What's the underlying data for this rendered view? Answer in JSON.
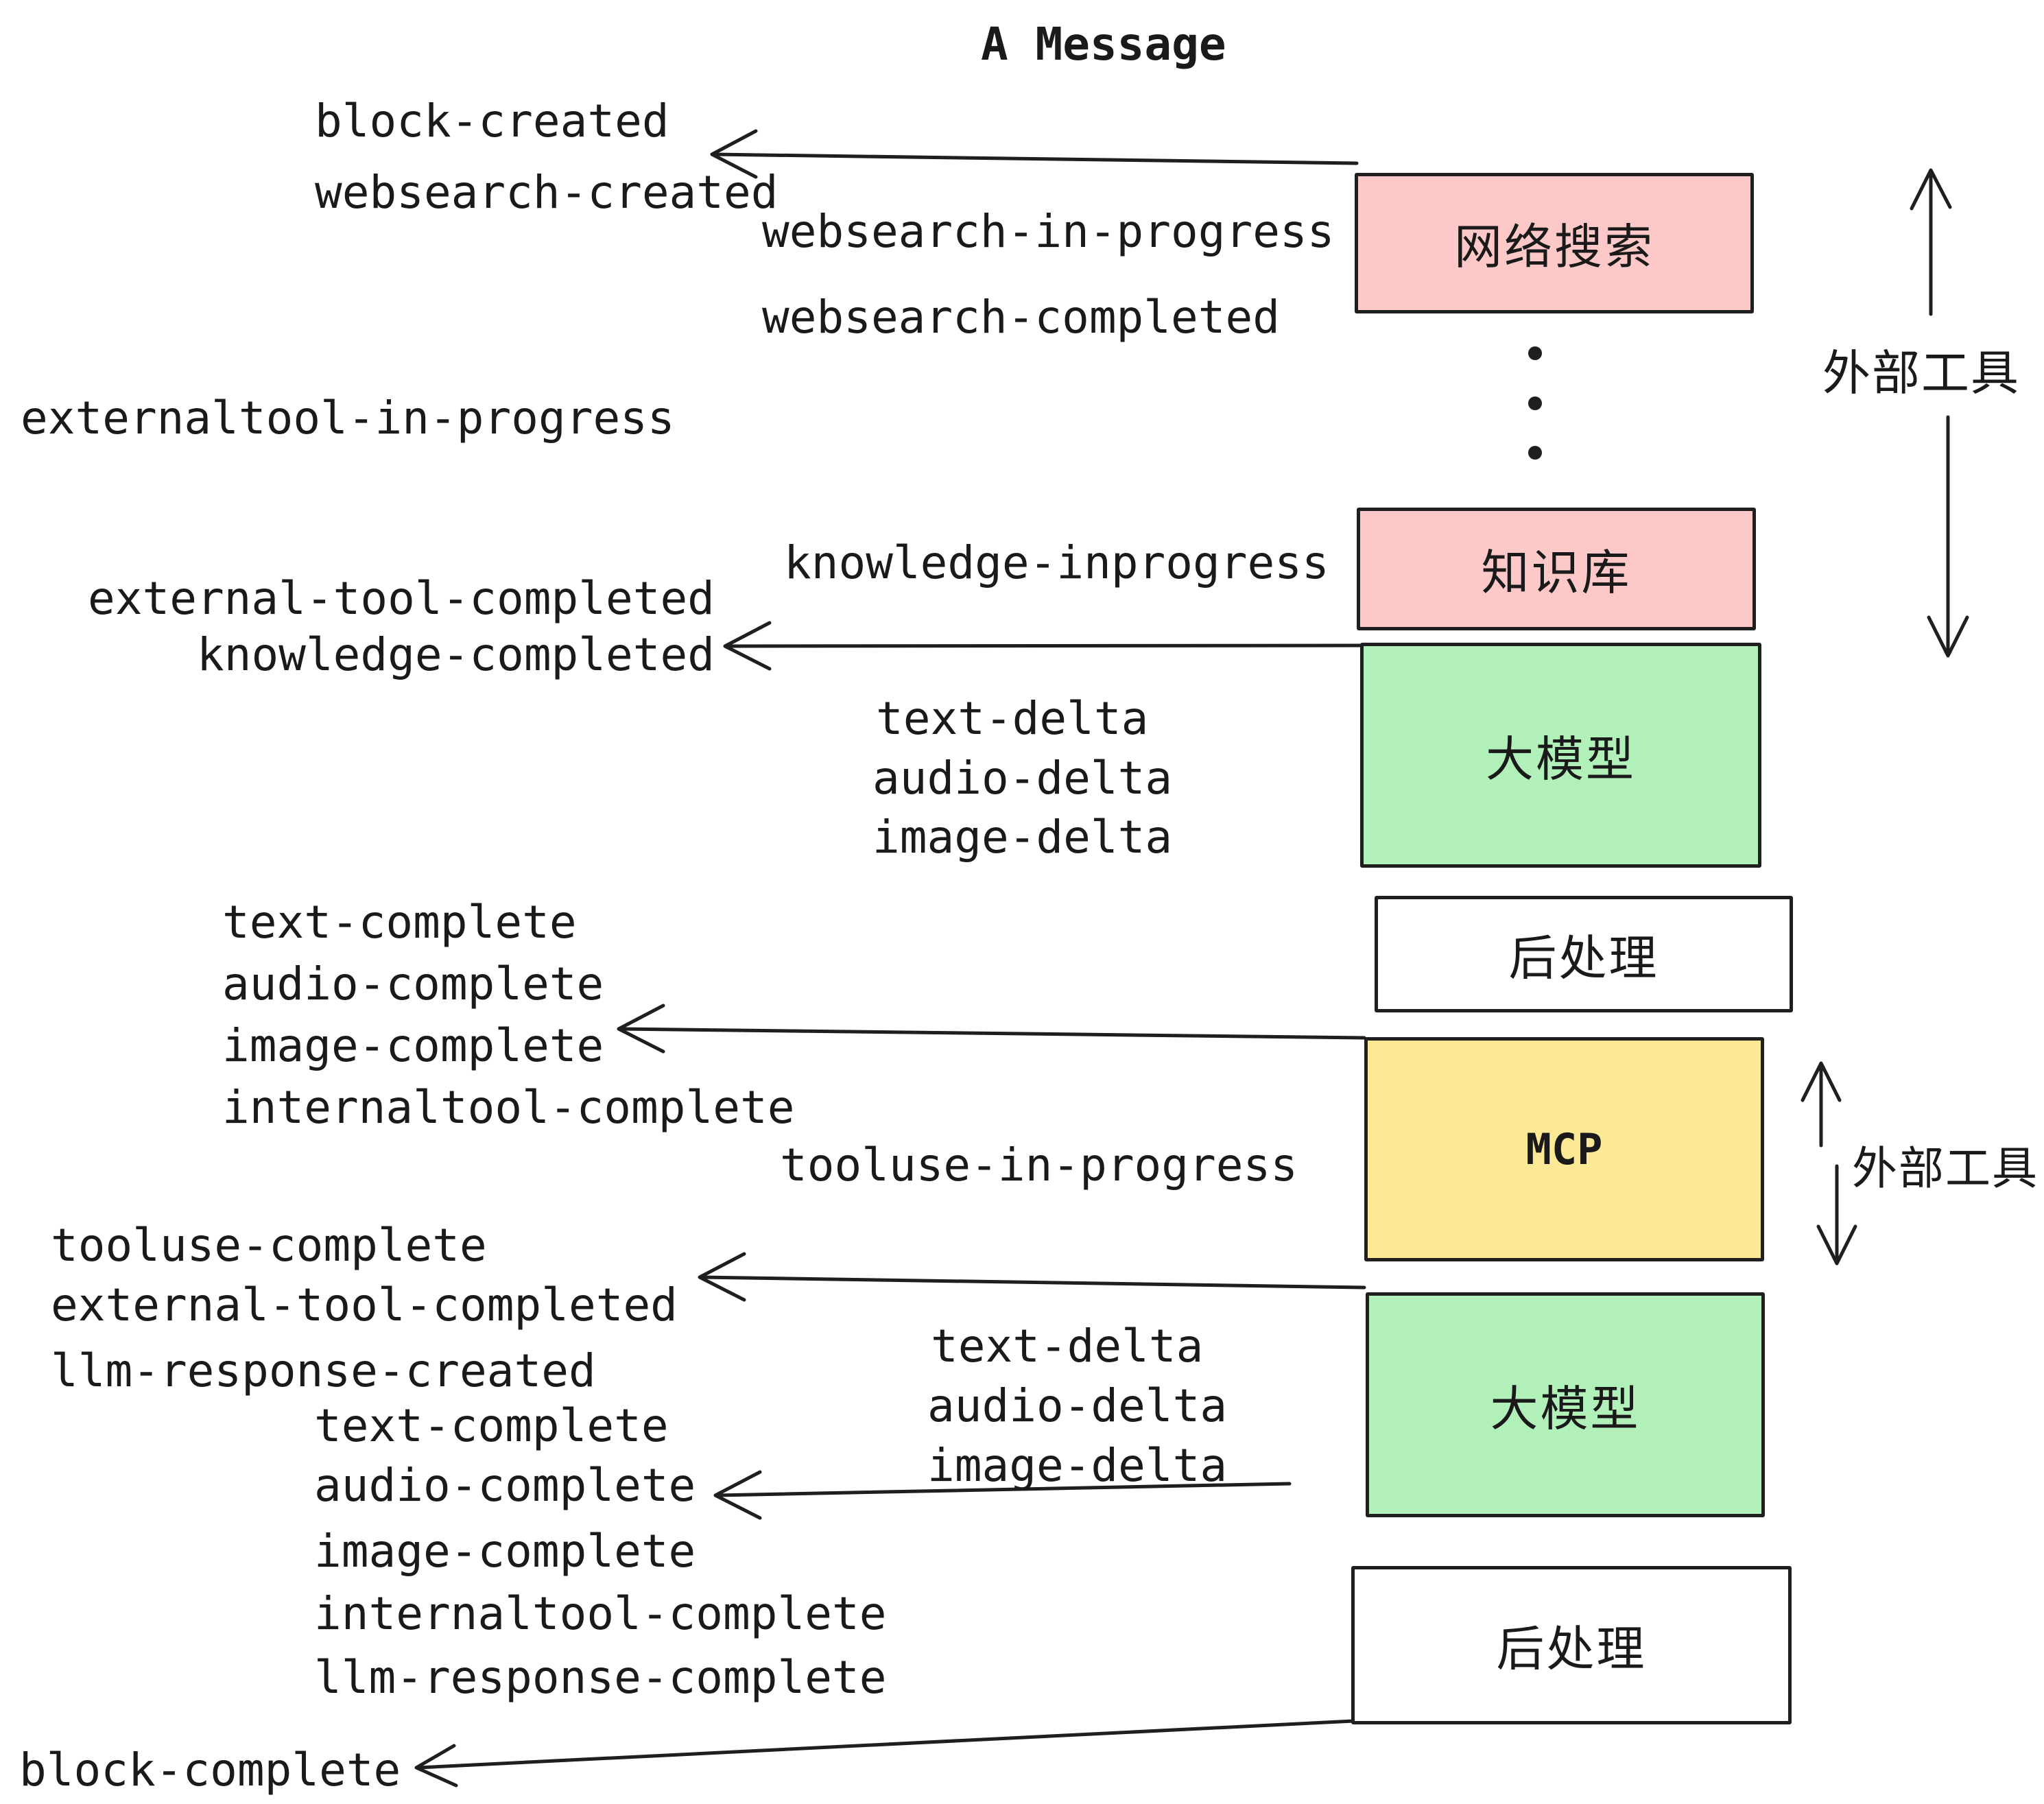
{
  "title": "A Message",
  "colors": {
    "pink": "#fcc8c8",
    "green": "#b2f0ba",
    "yellow": "#fbe996",
    "white": "#ffffff",
    "ink": "#1f1f1f"
  },
  "boxes": [
    {
      "label": "网络搜索",
      "color": "#fcc8c8"
    },
    {
      "label": "知识库",
      "color": "#fcc8c8"
    },
    {
      "label": "大模型",
      "color": "#b2f0ba"
    },
    {
      "label": "后处理",
      "color": "#ffffff"
    },
    {
      "label": "MCP",
      "color": "#fbe996"
    },
    {
      "label": "大模型",
      "color": "#b2f0ba"
    },
    {
      "label": "后处理",
      "color": "#ffffff"
    }
  ],
  "side_labels": {
    "top": "外部工具",
    "middle": "外部工具"
  },
  "events": {
    "block_created": "block-created",
    "websearch_created": "websearch-created",
    "websearch_in_progress": "websearch-in-progress",
    "websearch_completed": "websearch-completed",
    "externaltool_in_progress": "externaltool-in-progress",
    "knowledge_inprogress": "knowledge-inprogress",
    "external_tool_completed_1": "external-tool-completed",
    "knowledge_completed": "knowledge-completed",
    "text_delta_1": "text-delta",
    "audio_delta_1": "audio-delta",
    "image_delta_1": "image-delta",
    "text_complete_1": "text-complete",
    "audio_complete_1": "audio-complete",
    "image_complete_1": "image-complete",
    "internaltool_complete_1": "internaltool-complete",
    "tooluse_in_progress": "tooluse-in-progress",
    "tooluse_complete": "tooluse-complete",
    "external_tool_completed_2": "external-tool-completed",
    "llm_response_created": "llm-response-created",
    "text_complete_2": "text-complete",
    "audio_complete_2": "audio-complete",
    "image_complete_2": "image-complete",
    "internaltool_complete_2": "internaltool-complete",
    "llm_response_complete": "llm-response-complete",
    "text_delta_2": "text-delta",
    "audio_delta_2": "audio-delta",
    "image_delta_2": "image-delta",
    "block_complete": "block-complete"
  }
}
